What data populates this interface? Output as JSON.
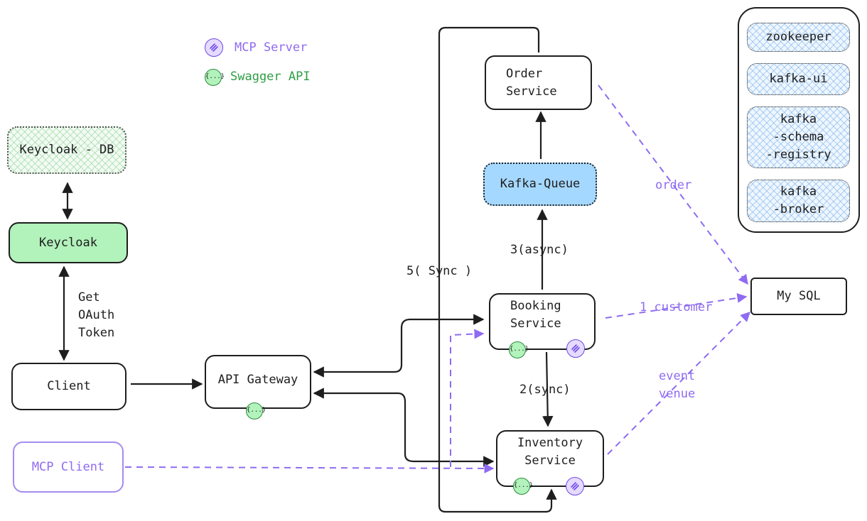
{
  "legend": {
    "mcp_server": "MCP Server",
    "swagger_api": "Swagger API"
  },
  "nodes": {
    "keycloak_db": "Keycloak - DB",
    "keycloak": "Keycloak",
    "client": "Client",
    "mcp_client": "MCP Client",
    "api_gateway": "API Gateway",
    "order_service": "Order\nService",
    "kafka_queue": "Kafka-Queue",
    "booking_service": "Booking\nService",
    "inventory_service": "Inventory\nService",
    "my_sql": "My SQL"
  },
  "infra": {
    "zookeeper": "zookeeper",
    "kafka_ui": "kafka-ui",
    "schema_registry": "kafka\n-schema\n-registry",
    "kafka_broker": "kafka\n-broker"
  },
  "edges": {
    "oauth": "Get\nOAuth\nToken",
    "async": "3(async)",
    "sync": "2(sync)",
    "sync5": "5( Sync )",
    "order": "order",
    "customer": "1 customer",
    "event_venue": "event\nvenue"
  },
  "badges": {
    "swagger": "{...}"
  },
  "colors": {
    "purple": "#8f6bf2",
    "green_fill": "#b2f2bb",
    "blue_fill": "#a5d8ff",
    "stroke": "#1e1e1e"
  }
}
